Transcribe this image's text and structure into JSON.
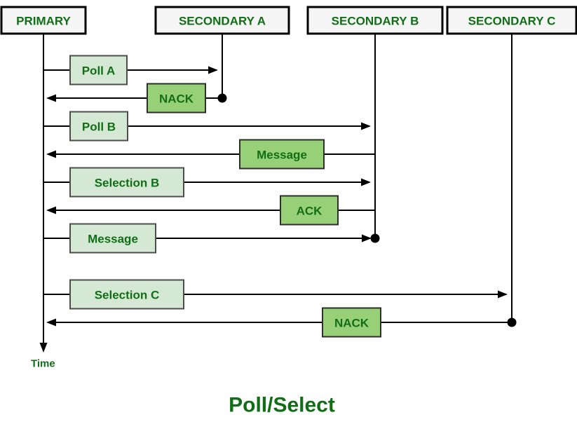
{
  "title": "Poll/Select",
  "time_label": "Time",
  "stations": [
    {
      "id": "primary",
      "label": "PRIMARY"
    },
    {
      "id": "secondary-a",
      "label": "SECONDARY A"
    },
    {
      "id": "secondary-b",
      "label": "SECONDARY B"
    },
    {
      "id": "secondary-c",
      "label": "SECONDARY C"
    }
  ],
  "messages": [
    {
      "label": "Poll A",
      "from": "PRIMARY",
      "to": "SECONDARY A",
      "direction": "right",
      "box_style": "light",
      "end_marker": "arrow"
    },
    {
      "label": "NACK",
      "from": "SECONDARY A",
      "to": "PRIMARY",
      "direction": "left",
      "box_style": "dark",
      "end_marker": "arrow",
      "origin_marker": "circle"
    },
    {
      "label": "Poll B",
      "from": "PRIMARY",
      "to": "SECONDARY B",
      "direction": "right",
      "box_style": "light",
      "end_marker": "arrow"
    },
    {
      "label": "Message",
      "from": "SECONDARY B",
      "to": "PRIMARY",
      "direction": "left",
      "box_style": "dark",
      "end_marker": "arrow"
    },
    {
      "label": "Selection B",
      "from": "PRIMARY",
      "to": "SECONDARY B",
      "direction": "right",
      "box_style": "light",
      "end_marker": "arrow"
    },
    {
      "label": "ACK",
      "from": "SECONDARY B",
      "to": "PRIMARY",
      "direction": "left",
      "box_style": "dark",
      "end_marker": "arrow"
    },
    {
      "label": "Message",
      "from": "PRIMARY",
      "to": "SECONDARY B",
      "direction": "right",
      "box_style": "light",
      "end_marker": "circle-arrow"
    },
    {
      "label": "Selection C",
      "from": "PRIMARY",
      "to": "SECONDARY C",
      "direction": "right",
      "box_style": "light",
      "end_marker": "arrow"
    },
    {
      "label": "NACK",
      "from": "SECONDARY C",
      "to": "PRIMARY",
      "direction": "left",
      "box_style": "dark",
      "end_marker": "arrow",
      "origin_marker": "circle"
    }
  ],
  "colors": {
    "text_green": "#116e16",
    "light_fill": "#d5e8d4",
    "dark_fill": "#97d077",
    "light_border": "#4d4d4d",
    "dark_border": "#2e2e2e",
    "station_fill": "#f5f5f5",
    "station_border": "#000000",
    "line": "#000000"
  }
}
